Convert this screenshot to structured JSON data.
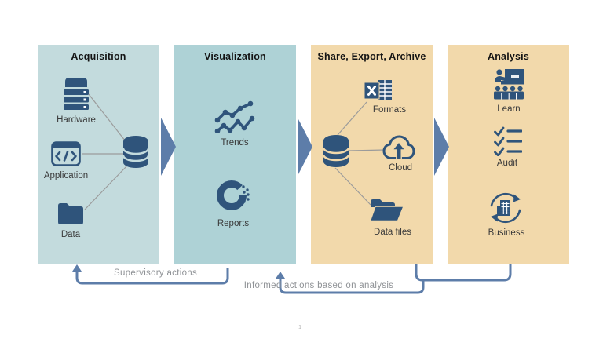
{
  "slide": {
    "page_number": "1"
  },
  "panels": [
    {
      "title": "Acquisition",
      "hub_icon": "database-icon",
      "items": [
        {
          "label": "Hardware",
          "icon": "server-icon"
        },
        {
          "label": "Application",
          "icon": "code-window-icon"
        },
        {
          "label": "Data",
          "icon": "folder-icon"
        }
      ]
    },
    {
      "title": "Visualization",
      "items": [
        {
          "label": "Trends",
          "icon": "trend-lines-icon"
        },
        {
          "label": "Reports",
          "icon": "donut-chart-icon"
        }
      ]
    },
    {
      "title": "Share, Export, Archive",
      "hub_icon": "database-icon",
      "items": [
        {
          "label": "Formats",
          "icon": "excel-spreadsheet-icon"
        },
        {
          "label": "Cloud",
          "icon": "cloud-upload-icon"
        },
        {
          "label": "Data files",
          "icon": "open-folder-icon"
        }
      ]
    },
    {
      "title": "Analysis",
      "items": [
        {
          "label": "Learn",
          "icon": "classroom-icon"
        },
        {
          "label": "Audit",
          "icon": "checklist-icon"
        },
        {
          "label": "Business",
          "icon": "business-cycle-icon"
        }
      ]
    }
  ],
  "feedback": [
    {
      "label": "Supervisory actions"
    },
    {
      "label": "Informed actions based on analysis"
    }
  ],
  "colors": {
    "panel_acquisition": "#c3dbdd",
    "panel_visualization": "#aed2d6",
    "panel_share_export_archive": "#f2d9ab",
    "panel_analysis": "#f2d9ab",
    "flow_arrow": "#5d7da9",
    "icon": "#2f547b",
    "feedback_line": "#5d7da9",
    "feedback_text": "#8f9296",
    "connector_line": "#9b9b9b"
  }
}
